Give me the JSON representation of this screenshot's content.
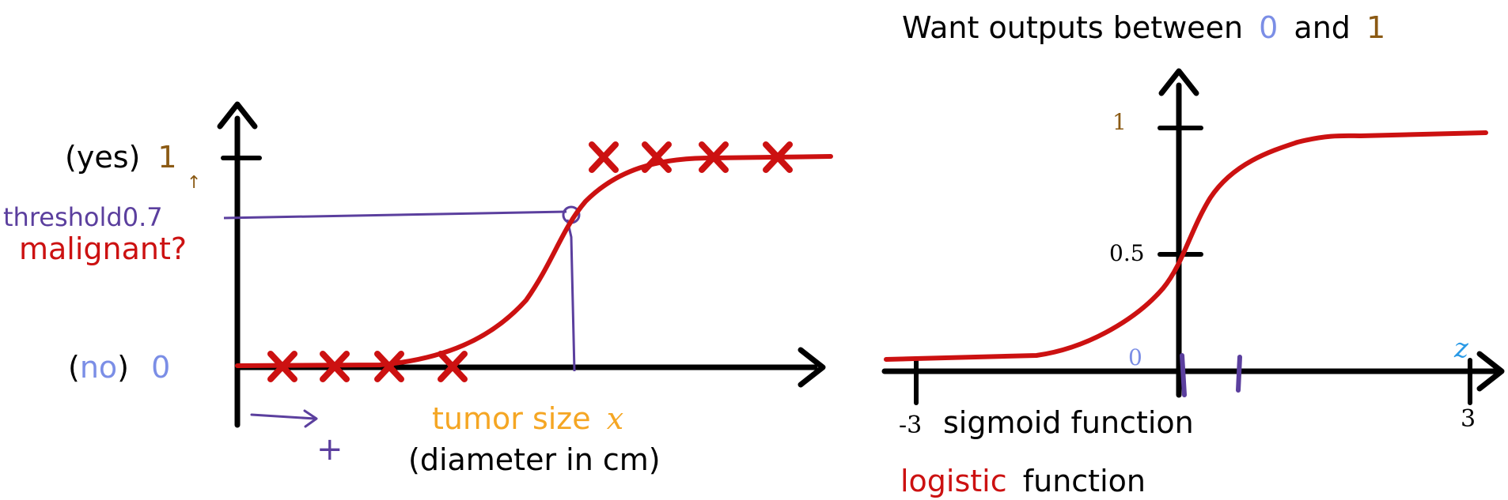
{
  "colors": {
    "axis": "#000000",
    "curve": "#cc1111",
    "cross": "#cc1111",
    "purple": "#5b3f9e",
    "orange": "#f5a623",
    "brown": "#8b5a14",
    "blue": "#7b8ee6",
    "zblue": "#2a9ae6"
  },
  "left": {
    "yes_prefix": "(yes)",
    "yes_value": "1",
    "arrow_up": "↑",
    "threshold_label": "threshold",
    "threshold_value": "0.7",
    "malignant_label": "malignant?",
    "no_open": "(",
    "no_word": "no",
    "no_close": ")",
    "no_value": "0",
    "xlabel": "tumor size",
    "xvar": "x",
    "xsub": "(diameter in cm)",
    "plus": "+"
  },
  "right": {
    "title_pre": "Want outputs between",
    "title_zero": "0",
    "title_and": "and",
    "title_one": "1",
    "y_one": "1",
    "y_half": "0.5",
    "y_zero": "0",
    "z_label": "z",
    "x_min": "-3",
    "x_max": "3",
    "sigmoid_label": "sigmoid function",
    "logistic_word": "logistic",
    "function_word": "function"
  }
}
